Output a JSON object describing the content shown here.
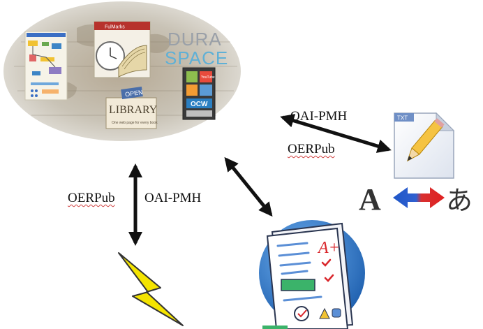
{
  "colors": {
    "arrow": "#111111",
    "lightning": "#f4e400",
    "swap_blue": "#1f57c8",
    "swap_red": "#e02020",
    "repository_cloud": "#c8c4b8"
  },
  "labels": {
    "top_oai": "OAI-PMH",
    "top_oerpub": "OERPub",
    "left_oerpub": "OERPub",
    "left_oai": "OAI-PMH"
  },
  "repositories": {
    "fulmarks_label": "FulMarks",
    "duraspace_line1": "DURA",
    "duraspace_line2": "SPACE",
    "open_library_sign": "OPEN",
    "open_library_title": "LIBRARY",
    "open_library_tagline": "One web page for every book",
    "ocw_label": "OCW",
    "youtube_label": "YouTube"
  },
  "document": {
    "file_tag": "TXT"
  },
  "translation": {
    "left_char": "A",
    "right_char": "あ"
  },
  "icons": [
    "flowchart-icon",
    "fulmarks-clock-book-icon",
    "duraspace-logo",
    "open-library-sign-icon",
    "media-icons-panel",
    "txt-document-pencil-icon",
    "translation-arrow-icon",
    "graded-assignment-icon",
    "lightning-bolt-icon"
  ]
}
